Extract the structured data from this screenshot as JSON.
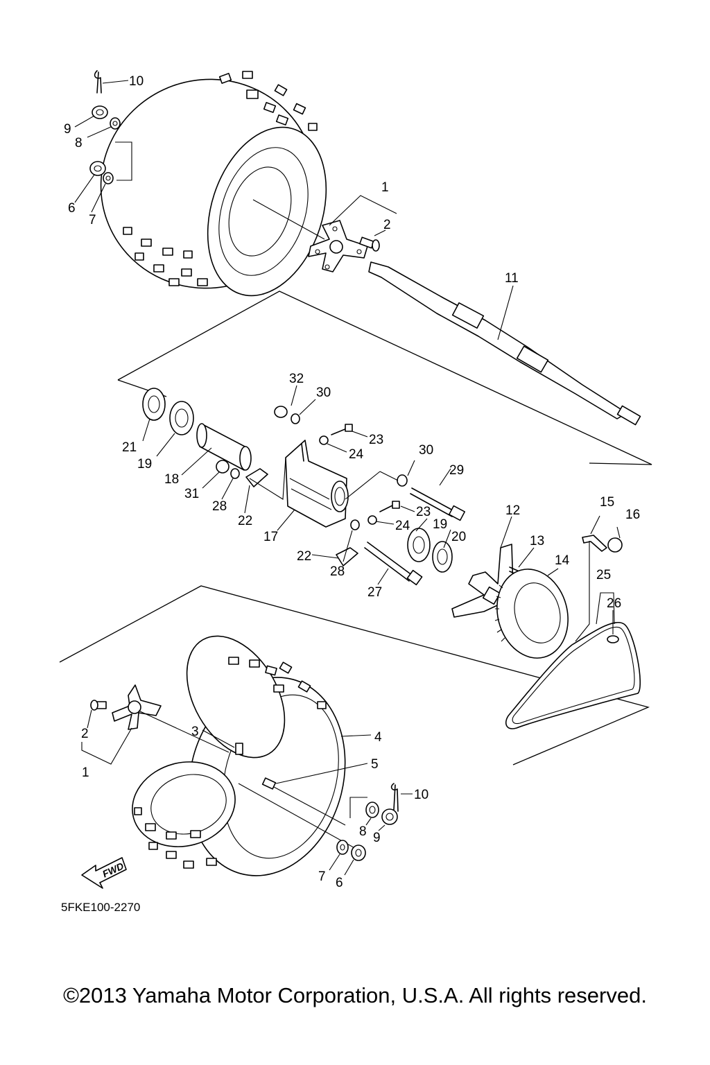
{
  "diagram": {
    "drawing_code": "5FKE100-2270",
    "fwd_arrow_label": "FWD",
    "callouts": [
      "1",
      "2",
      "3",
      "4",
      "5",
      "6",
      "7",
      "8",
      "9",
      "10",
      "11",
      "12",
      "13",
      "14",
      "15",
      "16",
      "17",
      "18",
      "19",
      "20",
      "21",
      "22",
      "23",
      "24",
      "25",
      "26",
      "27",
      "28",
      "29",
      "30",
      "31",
      "32"
    ]
  },
  "footer": {
    "copyright": "©2013 Yamaha Motor Corporation, U.S.A. All rights reserved."
  }
}
